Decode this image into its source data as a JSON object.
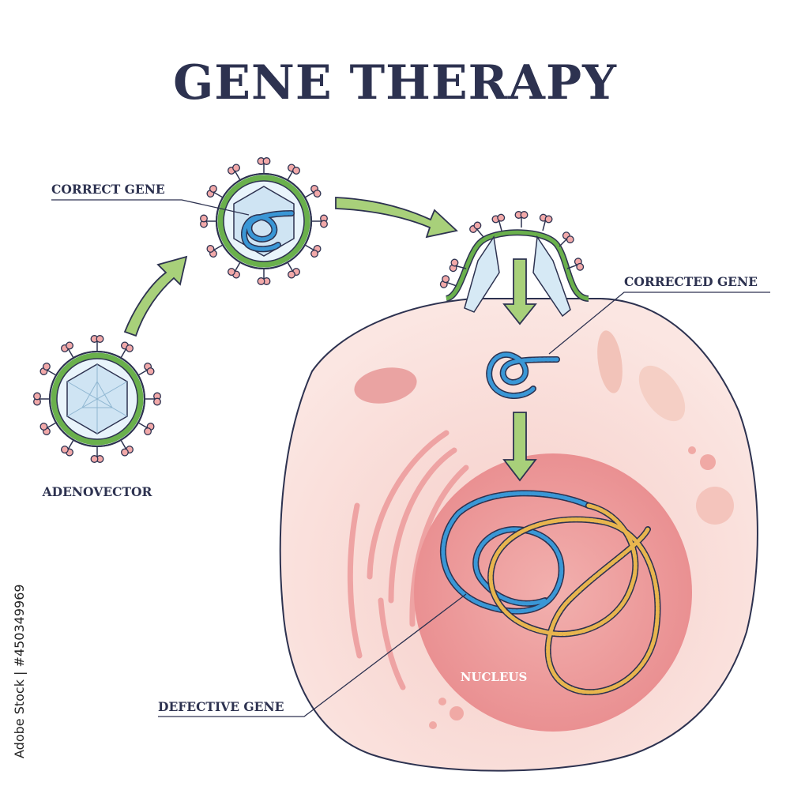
{
  "title": "GENE THERAPY",
  "labels": {
    "correct_gene": "CORRECT GENE",
    "adenovector": "ADENOVECTOR",
    "corrected_gene": "CORRECTED GENE",
    "defective_gene": "DEFECTIVE GENE",
    "nucleus": "NUCLEUS"
  },
  "stock_id": "Adobe Stock | #450349969",
  "colors": {
    "title": "#2d3250",
    "capsid_ring": "#6ab04c",
    "capsid_fill": "#d6e9f5",
    "arrow": "#a8d07a",
    "cell": "#f8ddd8",
    "nucleus": "#ec9b9b",
    "dna_blue": "#2a8fd1",
    "dna_yellow": "#e3b04b",
    "spike": "#e89b9b"
  }
}
